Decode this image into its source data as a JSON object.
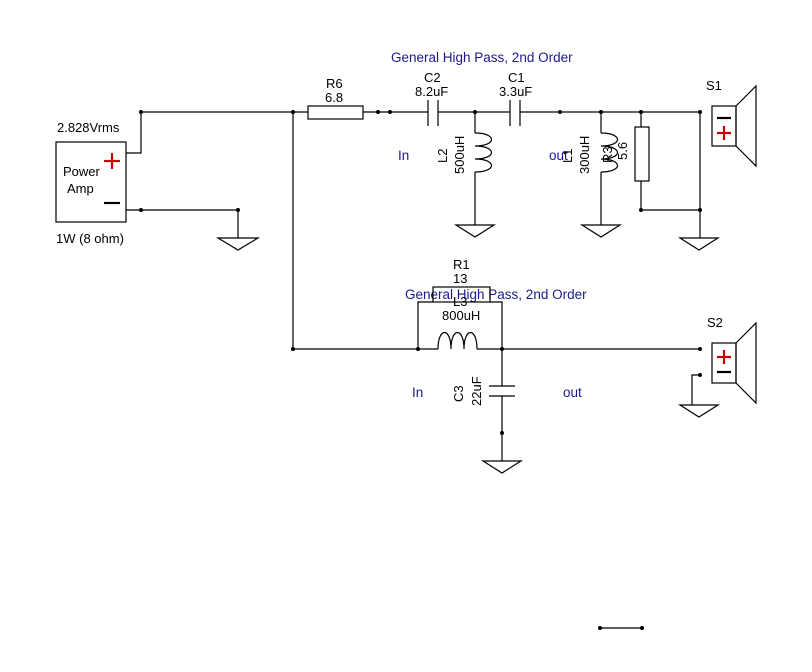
{
  "source": {
    "voltage": "2.828Vrms",
    "line1": "Power",
    "line2": "Amp",
    "rating": "1W (8 ohm)"
  },
  "resistors": {
    "r6": {
      "name": "R6",
      "value": "6.8"
    },
    "r1": {
      "name": "R1",
      "value": "13"
    },
    "r3": {
      "name": "R3",
      "value": "5.6"
    }
  },
  "capacitors": {
    "c2": {
      "name": "C2",
      "value": "8.2uF"
    },
    "c1": {
      "name": "C1",
      "value": "3.3uF"
    },
    "c3": {
      "name": "C3",
      "value": "22uF"
    }
  },
  "inductors": {
    "l2": {
      "name": "L2",
      "value": "500uH"
    },
    "l1": {
      "name": "L1",
      "value": "300uH"
    },
    "l3": {
      "name": "L3",
      "value": "800uH"
    }
  },
  "speakers": {
    "s1": "S1",
    "s2": "S2"
  },
  "filters": {
    "top": {
      "title": "General High Pass, 2nd Order",
      "in": "In",
      "out": "out"
    },
    "bottom": {
      "title": "General High Pass, 2nd Order",
      "in": "In",
      "out": "out"
    }
  },
  "colors": {
    "text_blue": "#1a1a8c",
    "polarity_red": "#cc0000",
    "wire": "#000000"
  }
}
